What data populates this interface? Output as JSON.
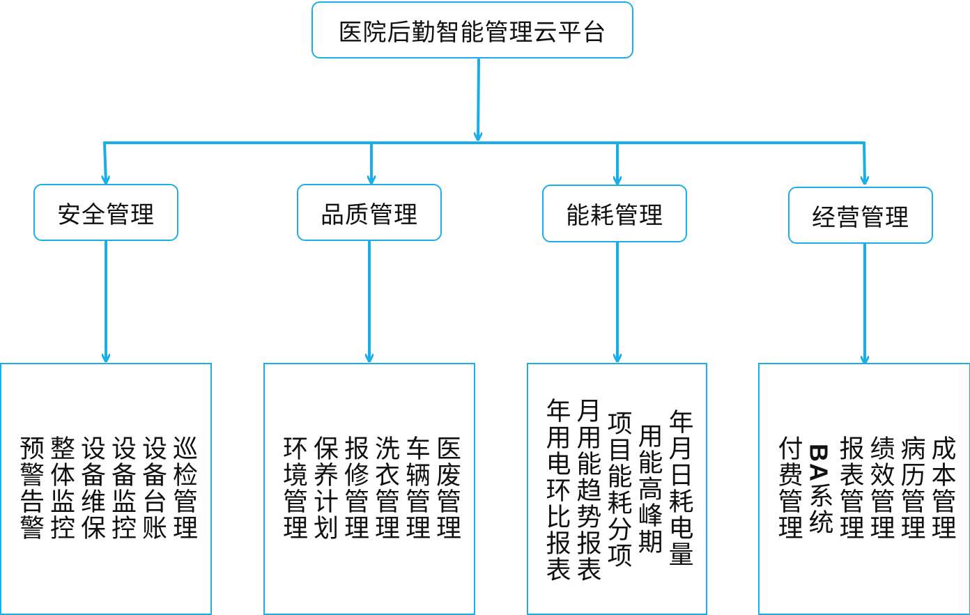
{
  "root": {
    "label": "医院后勤智能管理云平台"
  },
  "branches": [
    {
      "key": "safety",
      "label": "安全管理",
      "items": [
        "巡检管理",
        "设备台账",
        "设备监控",
        "设备维保",
        "整体监控",
        "预警告警"
      ]
    },
    {
      "key": "quality",
      "label": "品质管理",
      "items": [
        "医废管理",
        "车辆管理",
        "洗衣管理",
        "报修管理",
        "保养计划",
        "环境管理"
      ]
    },
    {
      "key": "energy",
      "label": "能耗管理",
      "items": [
        "年月日耗电量",
        "用能高峰期",
        "项目能耗分项",
        "月用能趋势报表",
        "年用电环比报表"
      ]
    },
    {
      "key": "operation",
      "label": "经营管理",
      "items": [
        "成本管理",
        "病历管理",
        "绩效管理",
        "报表管理",
        "BA系统",
        "付费管理"
      ]
    }
  ],
  "colors": {
    "connector": "#19afe6",
    "border": "#19afe6",
    "text": "#111111"
  }
}
